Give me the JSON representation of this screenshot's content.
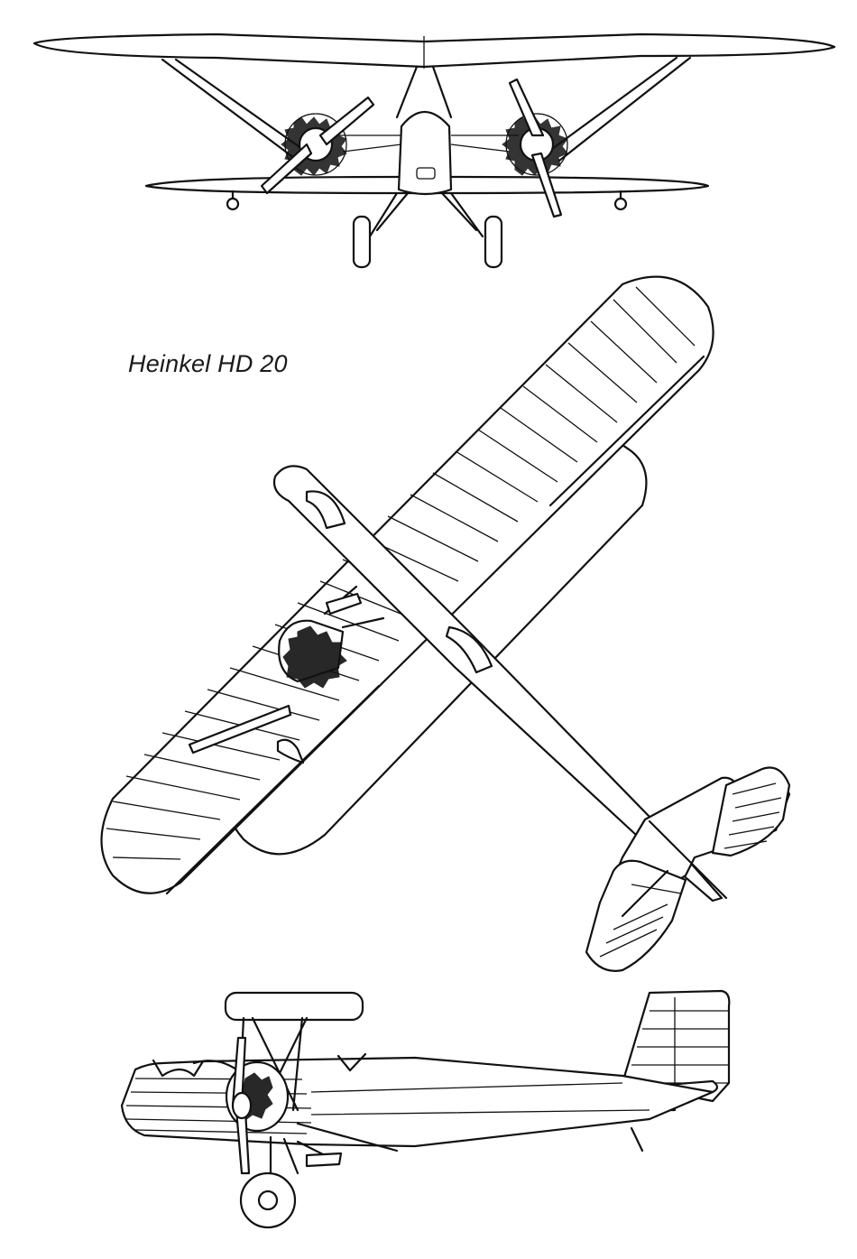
{
  "caption": "Heinkel HD 20",
  "views": {
    "front": "front-view",
    "plan": "plan-view",
    "side": "side-view"
  },
  "colors": {
    "ink": "#111111",
    "paper": "#ffffff"
  }
}
